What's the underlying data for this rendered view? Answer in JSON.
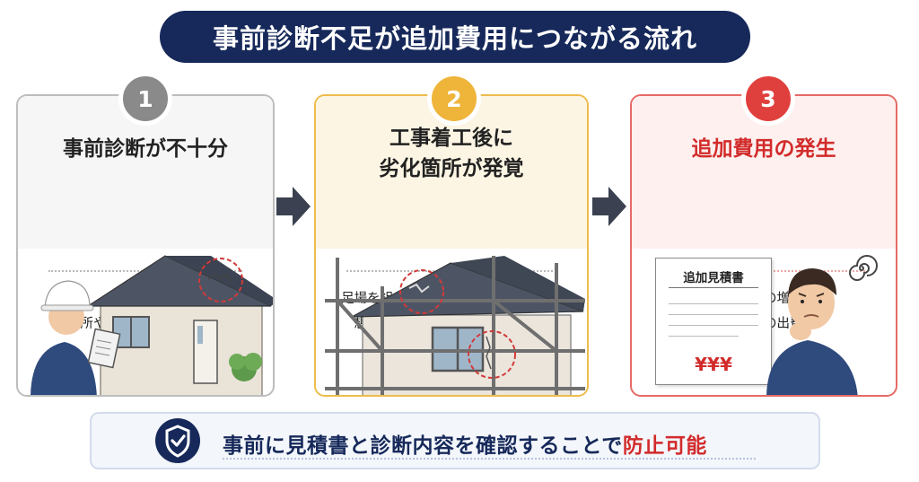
{
  "title": "事前診断不足が追加費用につながる流れ",
  "steps": [
    {
      "number": "1",
      "heading_lines": [
        "事前診断が不十分"
      ],
      "desc_lines": [
        "目視のみ、",
        "高所やひび割れの見落とし"
      ],
      "color": "#8a8a8a"
    },
    {
      "number": "2",
      "heading_lines": [
        "工事着工後に",
        "劣化箇所が発覚"
      ],
      "desc_lines": [
        "足場を組んでから判明する高所劣化、",
        "想定より進んだシーリングの傷み"
      ],
      "color": "#efb43a"
    },
    {
      "number": "3",
      "heading_lines": [
        "追加費用の発生"
      ],
      "desc_lines": [
        "補修範囲の増加、",
        "想定外の出費"
      ],
      "color": "#e0403d"
    }
  ],
  "document": {
    "title": "追加見積書",
    "amount": "¥¥¥"
  },
  "footer": {
    "message_main": "事前に見積書と診断内容を確認することで",
    "message_emphasis": "防止可能"
  },
  "icons": [
    "shield-check-icon",
    "arrow-right-icon",
    "dizzy-spiral-icon"
  ],
  "colors": {
    "navy": "#16295a",
    "gray": "#8a8a8a",
    "amber": "#efb43a",
    "red": "#e0403d"
  }
}
